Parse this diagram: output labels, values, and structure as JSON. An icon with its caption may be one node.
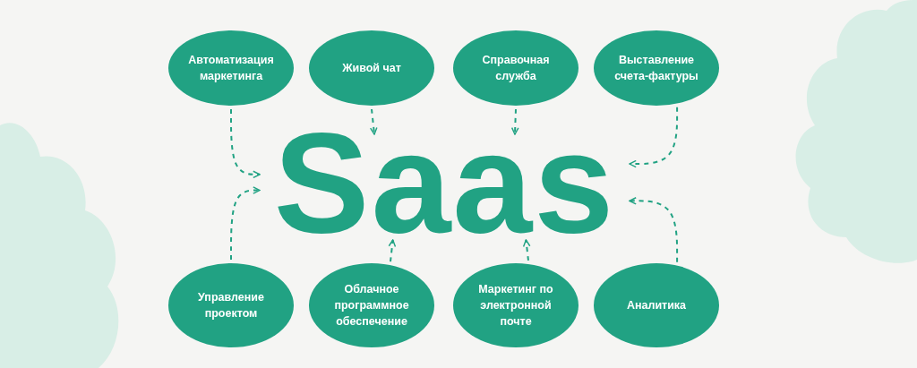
{
  "diagram": {
    "nodes": [
      {
        "text": [
          "Автоматизация маркетинга"
        ]
      },
      {
        "text": [
          "Живой чат"
        ]
      },
      {
        "text": [
          "Справочная служба"
        ]
      },
      {
        "text": [
          "Выставление счета-фактуры"
        ]
      },
      {
        "text": [
          "Saas"
        ]
      },
      {
        "text": [
          "Управление проектом"
        ]
      },
      {
        "text": [
          "Облачное программное обеспечение"
        ]
      },
      {
        "text": [
          "Маркетинг по электронной почте"
        ]
      },
      {
        "text": [
          "Аналитика"
        ]
      }
    ],
    "edges": [
      {
        "from": 0,
        "to": 4,
        "arrow": "to",
        "style": "dashed"
      },
      {
        "from": 1,
        "to": 4,
        "arrow": "to",
        "style": "dashed"
      },
      {
        "from": 2,
        "to": 4,
        "arrow": "to",
        "style": "dashed"
      },
      {
        "from": 3,
        "to": 4,
        "arrow": "to",
        "style": "dashed"
      },
      {
        "from": 5,
        "to": 4,
        "arrow": "to",
        "style": "dashed"
      },
      {
        "from": 6,
        "to": 4,
        "arrow": "to",
        "style": "dashed"
      },
      {
        "from": 7,
        "to": 4,
        "arrow": "to",
        "style": "dashed"
      },
      {
        "from": 8,
        "to": 4,
        "arrow": "to",
        "style": "dashed"
      }
    ]
  }
}
